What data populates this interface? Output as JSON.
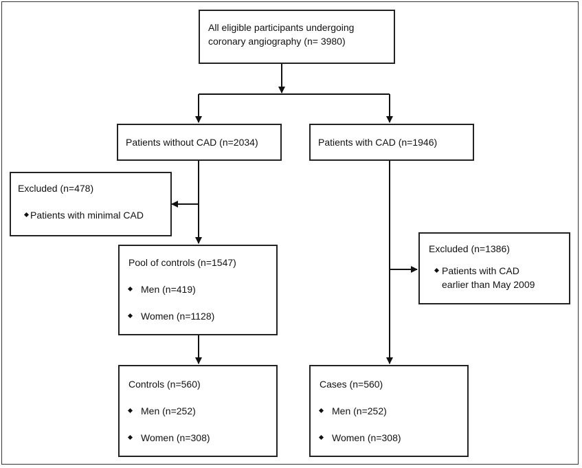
{
  "diagram": {
    "top": {
      "line1": "All eligible participants undergoing",
      "line2": "coronary angiography (n= 3980)"
    },
    "no_cad": {
      "title": "Patients without CAD (n=2034)"
    },
    "with_cad": {
      "title": "Patients with CAD (n=1946)"
    },
    "excluded_left": {
      "title": "Excluded (n=478)",
      "item": "Patients with minimal CAD"
    },
    "pool": {
      "title": "Pool of controls (n=1547)",
      "men": "Men (n=419)",
      "women": "Women (n=1128)"
    },
    "excluded_right": {
      "title": "Excluded (n=1386)",
      "item_line1": "Patients with CAD",
      "item_line2": "earlier than May 2009"
    },
    "controls": {
      "title": "Controls (n=560)",
      "men": "Men (n=252)",
      "women": "Women (n=308)"
    },
    "cases": {
      "title": "Cases (n=560)",
      "men": "Men (n=252)",
      "women": "Women (n=308)"
    }
  }
}
